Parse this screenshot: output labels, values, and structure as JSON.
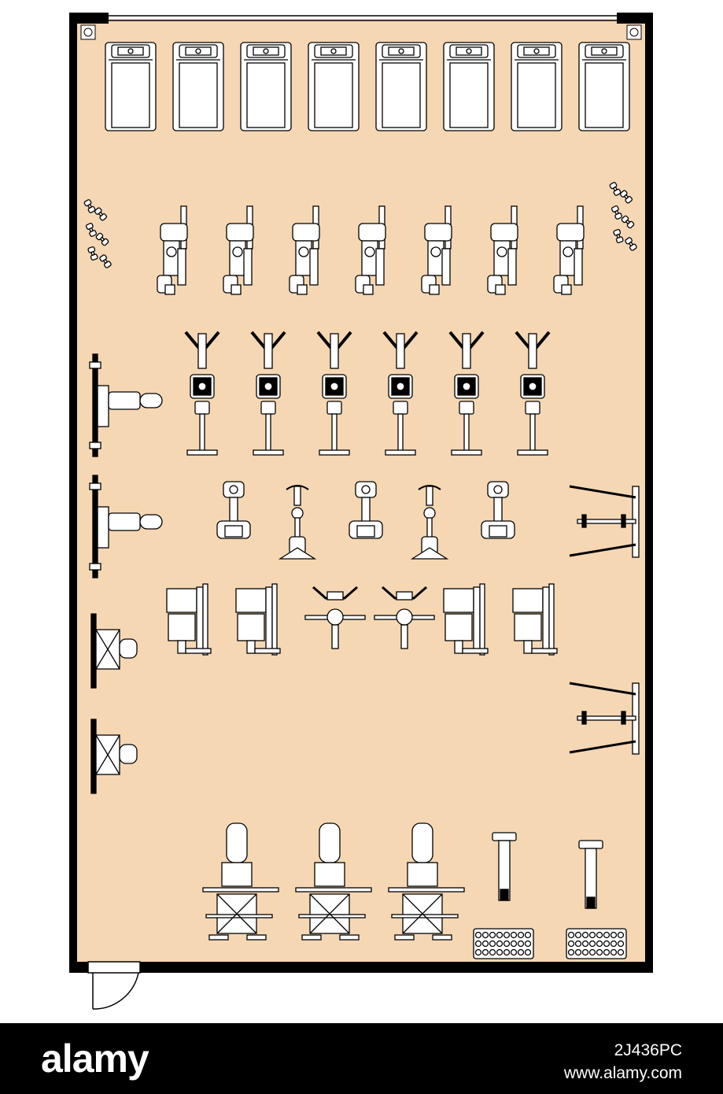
{
  "colors": {
    "floor": "#f5d7b4",
    "wall": "#000000",
    "equipment_fill": "#ffffff",
    "equipment_line": "#000000",
    "footer_bg": "#000000",
    "footer_text": "#ffffff"
  },
  "watermark": {
    "brand": "alamy",
    "image_id": "2J436PC",
    "website": "www.alamy.com"
  },
  "equipment": {
    "treadmills": 8,
    "ellipticals": 7,
    "rowing_machines": 6,
    "exercise_bikes": 5,
    "strength_machines": 6,
    "multi_stations": 3,
    "weight_benches": 4,
    "barbell_racks": 2,
    "dumbbell_racks": 2,
    "plate_trees": 2,
    "dumbbell_clusters": 2
  },
  "icons": [
    "door-icon",
    "treadmill-icon",
    "elliptical-icon",
    "rower-icon",
    "bike-icon",
    "dumbbell-icon",
    "bench-icon",
    "rack-icon"
  ]
}
